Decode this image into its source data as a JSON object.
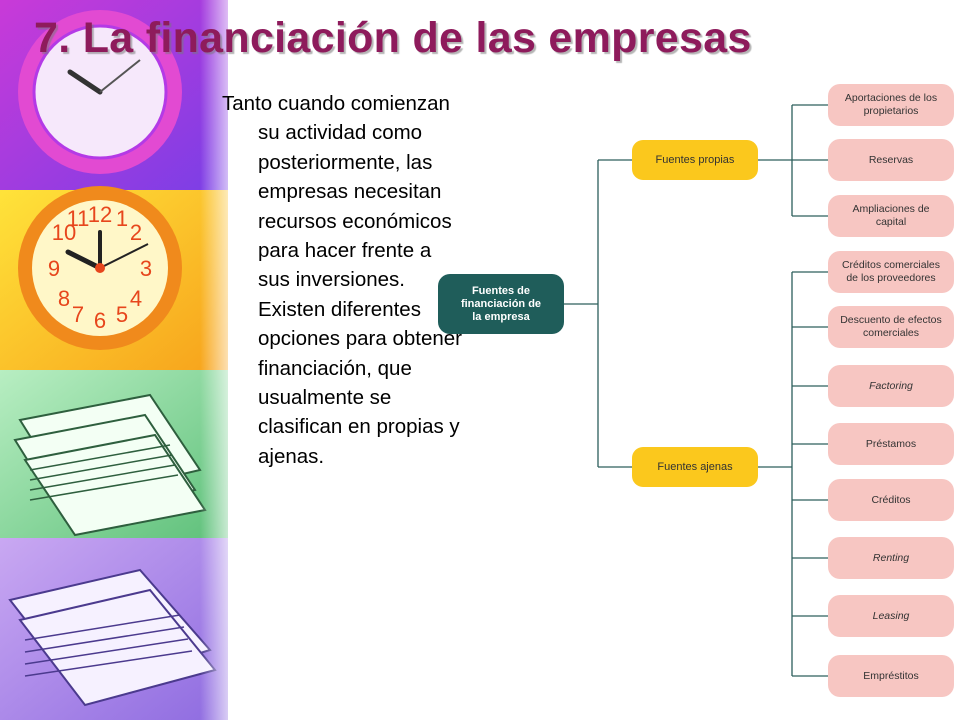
{
  "slide": {
    "title": "7. La financiación de las empresas",
    "paragraph": "Tanto cuando comienzan su actividad como posteriormente, las empresas necesitan recursos económicos para hacer frente a sus inversiones. Existen diferentes opciones para obtener financiación, que usualmente se clasifican en propias y ajenas."
  },
  "diagram": {
    "root": "Fuentes de financiación de la empresa",
    "branches": [
      {
        "label": "Fuentes propias",
        "leaves": [
          "Aportaciones de los propietarios",
          "Reservas",
          "Ampliaciones de capital"
        ]
      },
      {
        "label": "Fuentes ajenas",
        "leaves": [
          "Créditos comerciales de los proveedores",
          "Descuento de efectos comerciales",
          "Factoring",
          "Préstamos",
          "Créditos",
          "Renting",
          "Leasing",
          "Empréstitos"
        ]
      }
    ],
    "italic_leaves": [
      "Factoring",
      "Renting",
      "Leasing"
    ]
  },
  "colors": {
    "title": "#8e1b5c",
    "root_fill": "#1f5d5a",
    "branch_fill": "#fbc81d",
    "leaf_fill": "#f7c6c2",
    "connector": "#2d5f5c"
  }
}
